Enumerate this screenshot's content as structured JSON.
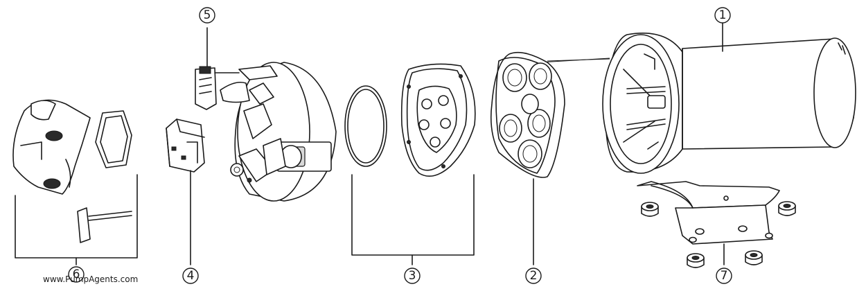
{
  "callouts": [
    {
      "id": "1",
      "label": "1"
    },
    {
      "id": "2",
      "label": "2"
    },
    {
      "id": "3",
      "label": "3"
    },
    {
      "id": "4",
      "label": "4"
    },
    {
      "id": "5",
      "label": "5"
    },
    {
      "id": "6",
      "label": "6"
    },
    {
      "id": "7",
      "label": "7"
    }
  ],
  "watermark": "www.PumpAgents.com"
}
